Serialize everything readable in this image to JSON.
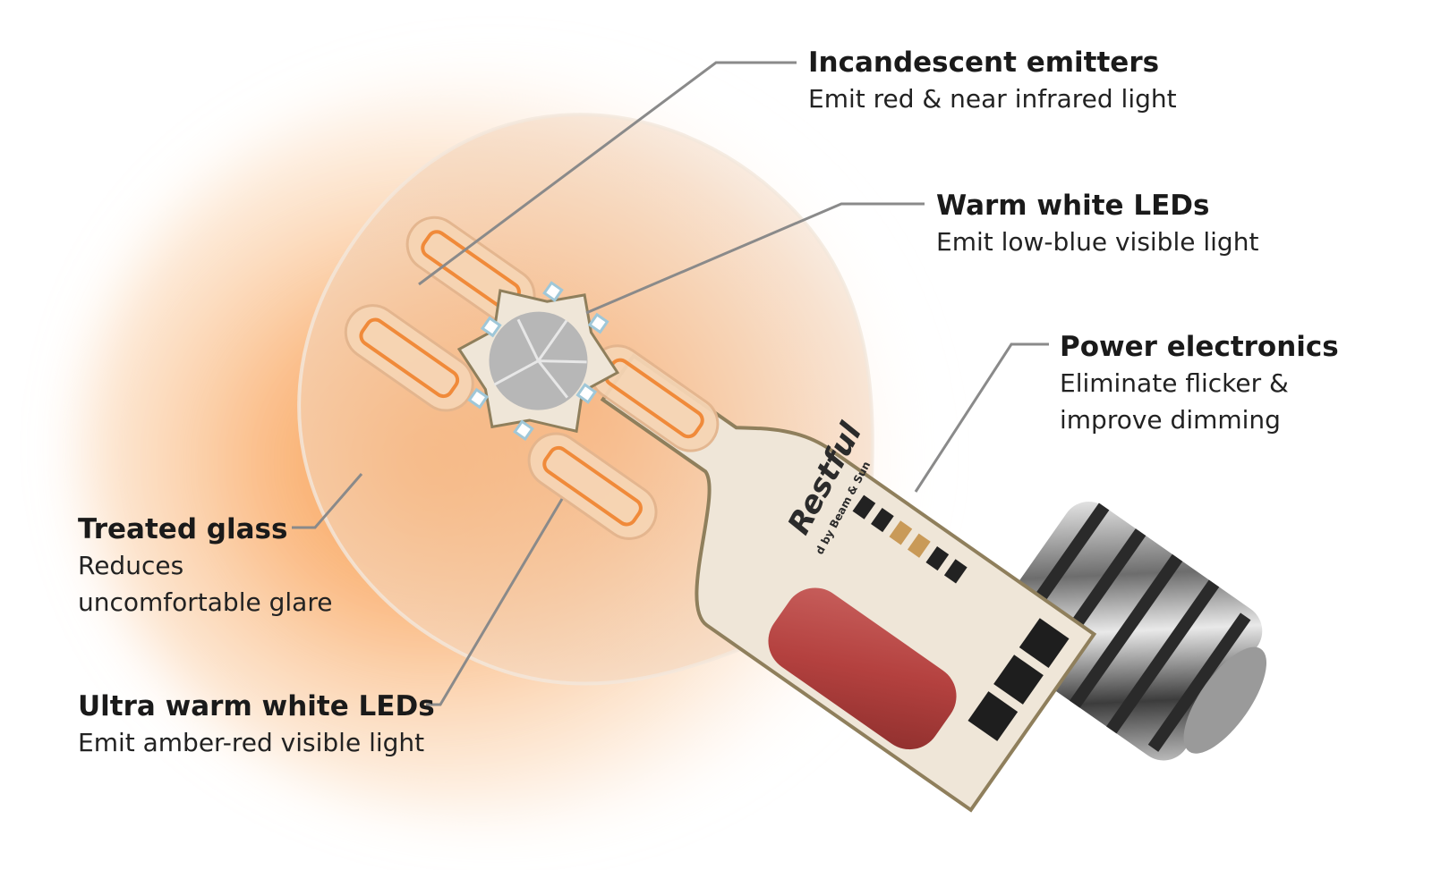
{
  "brand": {
    "name": "Restful",
    "byline": "d by Beam & Sun"
  },
  "callouts": [
    {
      "key": "incandescent",
      "title": "Incandescent emitters",
      "desc_lines": [
        "Emit red & near infrared light"
      ]
    },
    {
      "key": "warm_white",
      "title": "Warm white LEDs",
      "desc_lines": [
        "Emit low-blue visible light"
      ]
    },
    {
      "key": "power",
      "title": "Power electronics",
      "desc_lines": [
        "Eliminate flicker &",
        "improve dimming"
      ]
    },
    {
      "key": "glass",
      "title": "Treated glass",
      "desc_lines": [
        "Reduces",
        "uncomfortable glare"
      ]
    },
    {
      "key": "ultra_warm",
      "title": "Ultra warm white LEDs",
      "desc_lines": [
        "Emit amber-red visible light"
      ]
    }
  ],
  "colors": {
    "glow": "#f7a35c",
    "leader_line": "#8a8a8a",
    "board": "#efe6d8",
    "capacitor": "#b94a48",
    "text": "#1a1a1a"
  }
}
